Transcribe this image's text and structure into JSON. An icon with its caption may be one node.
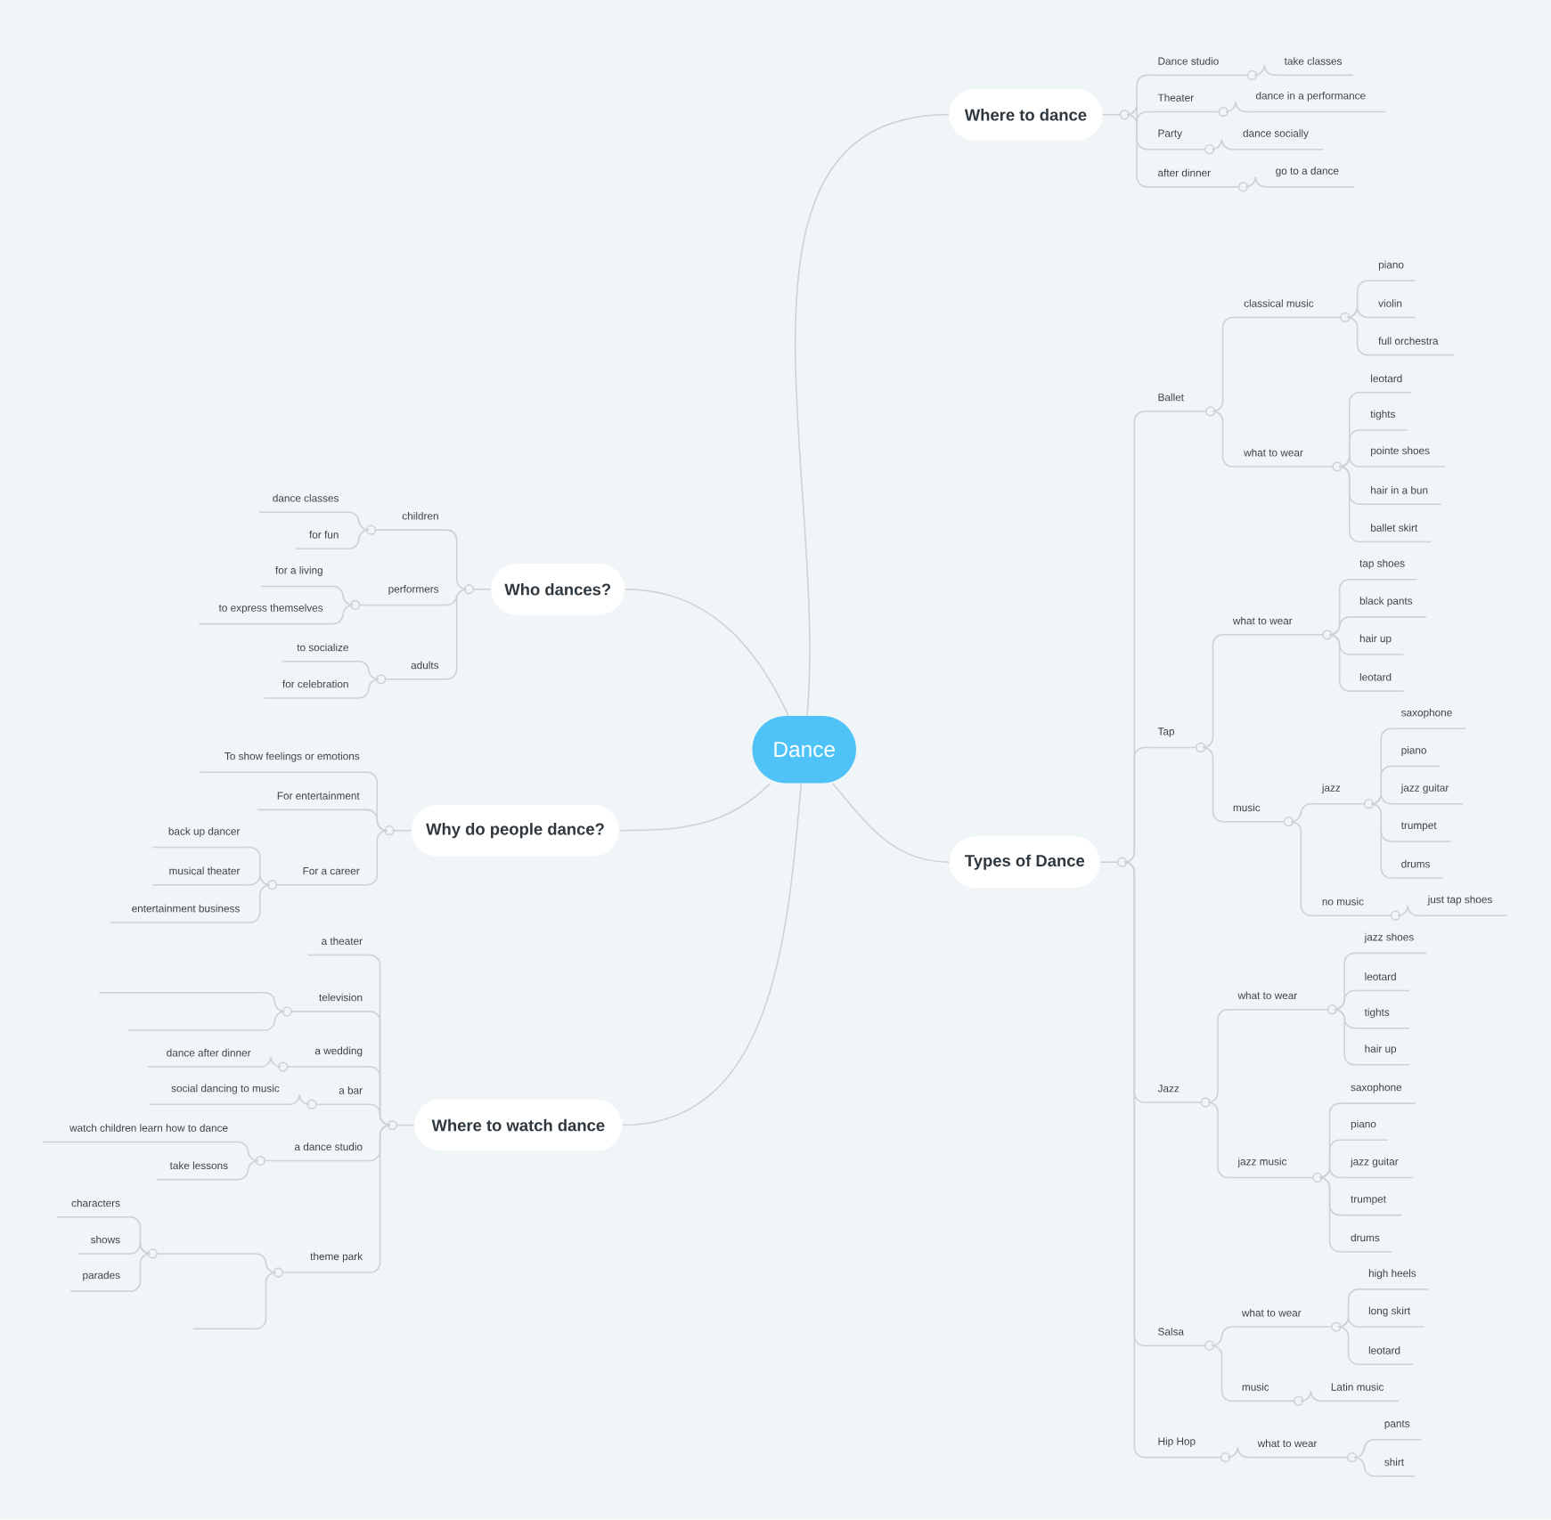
{
  "diagram": {
    "nodes": [
      {
        "text": [
          "Dance"
        ]
      },
      {
        "text": [
          "Where to dance"
        ]
      },
      {
        "text": [
          "Dance studio"
        ]
      },
      {
        "text": [
          "take classes"
        ]
      },
      {
        "text": [
          "Theater"
        ]
      },
      {
        "text": [
          "dance in a performance"
        ]
      },
      {
        "text": [
          "Party"
        ]
      },
      {
        "text": [
          "dance socially"
        ]
      },
      {
        "text": [
          "after dinner"
        ]
      },
      {
        "text": [
          "go to a dance"
        ]
      },
      {
        "text": [
          "Types of Dance"
        ]
      },
      {
        "text": [
          "Ballet"
        ]
      },
      {
        "text": [
          "classical music"
        ]
      },
      {
        "text": [
          "piano"
        ]
      },
      {
        "text": [
          "violin"
        ]
      },
      {
        "text": [
          "full orchestra"
        ]
      },
      {
        "text": [
          "what to wear"
        ]
      },
      {
        "text": [
          "leotard"
        ]
      },
      {
        "text": [
          "tights"
        ]
      },
      {
        "text": [
          "pointe shoes"
        ]
      },
      {
        "text": [
          "hair in a bun"
        ]
      },
      {
        "text": [
          "ballet skirt"
        ]
      },
      {
        "text": [
          "Tap"
        ]
      },
      {
        "text": [
          "what to wear"
        ]
      },
      {
        "text": [
          "tap shoes"
        ]
      },
      {
        "text": [
          "black pants"
        ]
      },
      {
        "text": [
          "hair up"
        ]
      },
      {
        "text": [
          "leotard"
        ]
      },
      {
        "text": [
          "music"
        ]
      },
      {
        "text": [
          "jazz"
        ]
      },
      {
        "text": [
          "saxophone"
        ]
      },
      {
        "text": [
          "piano"
        ]
      },
      {
        "text": [
          "jazz guitar"
        ]
      },
      {
        "text": [
          "trumpet"
        ]
      },
      {
        "text": [
          "drums"
        ]
      },
      {
        "text": [
          "no music"
        ]
      },
      {
        "text": [
          "just tap shoes"
        ]
      },
      {
        "text": [
          "Jazz"
        ]
      },
      {
        "text": [
          "what to wear"
        ]
      },
      {
        "text": [
          "jazz shoes"
        ]
      },
      {
        "text": [
          "leotard"
        ]
      },
      {
        "text": [
          "tights"
        ]
      },
      {
        "text": [
          "hair up"
        ]
      },
      {
        "text": [
          "jazz music"
        ]
      },
      {
        "text": [
          "saxophone"
        ]
      },
      {
        "text": [
          "piano"
        ]
      },
      {
        "text": [
          "jazz guitar"
        ]
      },
      {
        "text": [
          "trumpet"
        ]
      },
      {
        "text": [
          "drums"
        ]
      },
      {
        "text": [
          "Salsa"
        ]
      },
      {
        "text": [
          "what to wear"
        ]
      },
      {
        "text": [
          "high heels"
        ]
      },
      {
        "text": [
          "long skirt"
        ]
      },
      {
        "text": [
          "leotard"
        ]
      },
      {
        "text": [
          "music"
        ]
      },
      {
        "text": [
          "Latin music"
        ]
      },
      {
        "text": [
          "Hip Hop"
        ]
      },
      {
        "text": [
          "what to wear"
        ]
      },
      {
        "text": [
          "pants"
        ]
      },
      {
        "text": [
          "shirt"
        ]
      },
      {
        "text": [
          "Who dances?"
        ]
      },
      {
        "text": [
          "children"
        ]
      },
      {
        "text": [
          "dance classes"
        ]
      },
      {
        "text": [
          "for fun"
        ]
      },
      {
        "text": [
          "performers"
        ]
      },
      {
        "text": [
          "for a living"
        ]
      },
      {
        "text": [
          "to express themselves"
        ]
      },
      {
        "text": [
          "adults"
        ]
      },
      {
        "text": [
          "to socialize"
        ]
      },
      {
        "text": [
          "for celebration"
        ]
      },
      {
        "text": [
          "Why do people dance?"
        ]
      },
      {
        "text": [
          "To show feelings or emotions"
        ]
      },
      {
        "text": [
          "For entertainment"
        ]
      },
      {
        "text": [
          "For a career"
        ]
      },
      {
        "text": [
          "back up dancer"
        ]
      },
      {
        "text": [
          "musical theater"
        ]
      },
      {
        "text": [
          "entertainment business"
        ]
      },
      {
        "text": [
          "Where to watch dance"
        ]
      },
      {
        "text": [
          "a theater"
        ]
      },
      {
        "text": [
          "television"
        ]
      },
      {
        "text": [],
        "shape": "bar"
      },
      {
        "text": [],
        "shape": "bar"
      },
      {
        "text": [
          "a wedding"
        ]
      },
      {
        "text": [
          "dance after dinner"
        ]
      },
      {
        "text": [
          "a bar"
        ]
      },
      {
        "text": [
          "social dancing to music"
        ]
      },
      {
        "text": [
          "a dance studio"
        ]
      },
      {
        "text": [
          "watch children learn how to dance"
        ]
      },
      {
        "text": [
          "take lessons"
        ]
      },
      {
        "text": [
          "theme park"
        ]
      },
      {
        "text": [],
        "shape": "bar"
      },
      {
        "text": [
          "characters"
        ]
      },
      {
        "text": [
          "shows"
        ]
      },
      {
        "text": [
          "parades"
        ]
      },
      {
        "text": [],
        "shape": "bar"
      }
    ],
    "edges": [
      {
        "from": 0,
        "to": 1,
        "arrow": "none"
      },
      {
        "from": 0,
        "to": 10,
        "arrow": "none"
      },
      {
        "from": 0,
        "to": 60,
        "arrow": "none"
      },
      {
        "from": 0,
        "to": 70,
        "arrow": "none"
      },
      {
        "from": 0,
        "to": 77,
        "arrow": "none"
      },
      {
        "from": 1,
        "to": 2,
        "arrow": "none"
      },
      {
        "from": 2,
        "to": 3,
        "arrow": "none"
      },
      {
        "from": 1,
        "to": 4,
        "arrow": "none"
      },
      {
        "from": 4,
        "to": 5,
        "arrow": "none"
      },
      {
        "from": 1,
        "to": 6,
        "arrow": "none"
      },
      {
        "from": 6,
        "to": 7,
        "arrow": "none"
      },
      {
        "from": 1,
        "to": 8,
        "arrow": "none"
      },
      {
        "from": 8,
        "to": 9,
        "arrow": "none"
      },
      {
        "from": 10,
        "to": 11,
        "arrow": "none"
      },
      {
        "from": 11,
        "to": 12,
        "arrow": "none"
      },
      {
        "from": 12,
        "to": 13,
        "arrow": "none"
      },
      {
        "from": 12,
        "to": 14,
        "arrow": "none"
      },
      {
        "from": 12,
        "to": 15,
        "arrow": "none"
      },
      {
        "from": 11,
        "to": 16,
        "arrow": "none"
      },
      {
        "from": 16,
        "to": 17,
        "arrow": "none"
      },
      {
        "from": 16,
        "to": 18,
        "arrow": "none"
      },
      {
        "from": 16,
        "to": 19,
        "arrow": "none"
      },
      {
        "from": 16,
        "to": 20,
        "arrow": "none"
      },
      {
        "from": 16,
        "to": 21,
        "arrow": "none"
      },
      {
        "from": 10,
        "to": 22,
        "arrow": "none"
      },
      {
        "from": 22,
        "to": 23,
        "arrow": "none"
      },
      {
        "from": 23,
        "to": 24,
        "arrow": "none"
      },
      {
        "from": 23,
        "to": 25,
        "arrow": "none"
      },
      {
        "from": 23,
        "to": 26,
        "arrow": "none"
      },
      {
        "from": 23,
        "to": 27,
        "arrow": "none"
      },
      {
        "from": 22,
        "to": 28,
        "arrow": "none"
      },
      {
        "from": 28,
        "to": 29,
        "arrow": "none"
      },
      {
        "from": 29,
        "to": 30,
        "arrow": "none"
      },
      {
        "from": 29,
        "to": 31,
        "arrow": "none"
      },
      {
        "from": 29,
        "to": 32,
        "arrow": "none"
      },
      {
        "from": 29,
        "to": 33,
        "arrow": "none"
      },
      {
        "from": 29,
        "to": 34,
        "arrow": "none"
      },
      {
        "from": 28,
        "to": 35,
        "arrow": "none"
      },
      {
        "from": 35,
        "to": 36,
        "arrow": "none"
      },
      {
        "from": 10,
        "to": 37,
        "arrow": "none"
      },
      {
        "from": 37,
        "to": 38,
        "arrow": "none"
      },
      {
        "from": 38,
        "to": 39,
        "arrow": "none"
      },
      {
        "from": 38,
        "to": 40,
        "arrow": "none"
      },
      {
        "from": 38,
        "to": 41,
        "arrow": "none"
      },
      {
        "from": 38,
        "to": 42,
        "arrow": "none"
      },
      {
        "from": 37,
        "to": 43,
        "arrow": "none"
      },
      {
        "from": 43,
        "to": 44,
        "arrow": "none"
      },
      {
        "from": 43,
        "to": 45,
        "arrow": "none"
      },
      {
        "from": 43,
        "to": 46,
        "arrow": "none"
      },
      {
        "from": 43,
        "to": 47,
        "arrow": "none"
      },
      {
        "from": 43,
        "to": 48,
        "arrow": "none"
      },
      {
        "from": 10,
        "to": 49,
        "arrow": "none"
      },
      {
        "from": 49,
        "to": 50,
        "arrow": "none"
      },
      {
        "from": 50,
        "to": 51,
        "arrow": "none"
      },
      {
        "from": 50,
        "to": 52,
        "arrow": "none"
      },
      {
        "from": 50,
        "to": 53,
        "arrow": "none"
      },
      {
        "from": 49,
        "to": 54,
        "arrow": "none"
      },
      {
        "from": 54,
        "to": 55,
        "arrow": "none"
      },
      {
        "from": 10,
        "to": 56,
        "arrow": "none"
      },
      {
        "from": 56,
        "to": 57,
        "arrow": "none"
      },
      {
        "from": 57,
        "to": 58,
        "arrow": "none"
      },
      {
        "from": 57,
        "to": 59,
        "arrow": "none"
      },
      {
        "from": 60,
        "to": 61,
        "arrow": "none"
      },
      {
        "from": 61,
        "to": 62,
        "arrow": "none"
      },
      {
        "from": 61,
        "to": 63,
        "arrow": "none"
      },
      {
        "from": 60,
        "to": 64,
        "arrow": "none"
      },
      {
        "from": 64,
        "to": 65,
        "arrow": "none"
      },
      {
        "from": 64,
        "to": 66,
        "arrow": "none"
      },
      {
        "from": 60,
        "to": 67,
        "arrow": "none"
      },
      {
        "from": 67,
        "to": 68,
        "arrow": "none"
      },
      {
        "from": 67,
        "to": 69,
        "arrow": "none"
      },
      {
        "from": 70,
        "to": 71,
        "arrow": "none"
      },
      {
        "from": 70,
        "to": 72,
        "arrow": "none"
      },
      {
        "from": 70,
        "to": 73,
        "arrow": "none"
      },
      {
        "from": 73,
        "to": 74,
        "arrow": "none"
      },
      {
        "from": 73,
        "to": 75,
        "arrow": "none"
      },
      {
        "from": 73,
        "to": 76,
        "arrow": "none"
      },
      {
        "from": 77,
        "to": 78,
        "arrow": "none"
      },
      {
        "from": 77,
        "to": 79,
        "arrow": "none"
      },
      {
        "from": 79,
        "to": 80,
        "arrow": "none"
      },
      {
        "from": 79,
        "to": 81,
        "arrow": "none"
      },
      {
        "from": 77,
        "to": 82,
        "arrow": "none"
      },
      {
        "from": 82,
        "to": 83,
        "arrow": "none"
      },
      {
        "from": 77,
        "to": 84,
        "arrow": "none"
      },
      {
        "from": 84,
        "to": 85,
        "arrow": "none"
      },
      {
        "from": 77,
        "to": 86,
        "arrow": "none"
      },
      {
        "from": 86,
        "to": 87,
        "arrow": "none"
      },
      {
        "from": 86,
        "to": 88,
        "arrow": "none"
      },
      {
        "from": 77,
        "to": 89,
        "arrow": "none"
      },
      {
        "from": 89,
        "to": 90,
        "arrow": "none"
      },
      {
        "from": 90,
        "to": 91,
        "arrow": "none"
      },
      {
        "from": 90,
        "to": 92,
        "arrow": "none"
      },
      {
        "from": 90,
        "to": 93,
        "arrow": "none"
      },
      {
        "from": 89,
        "to": 94,
        "arrow": "none"
      }
    ]
  }
}
